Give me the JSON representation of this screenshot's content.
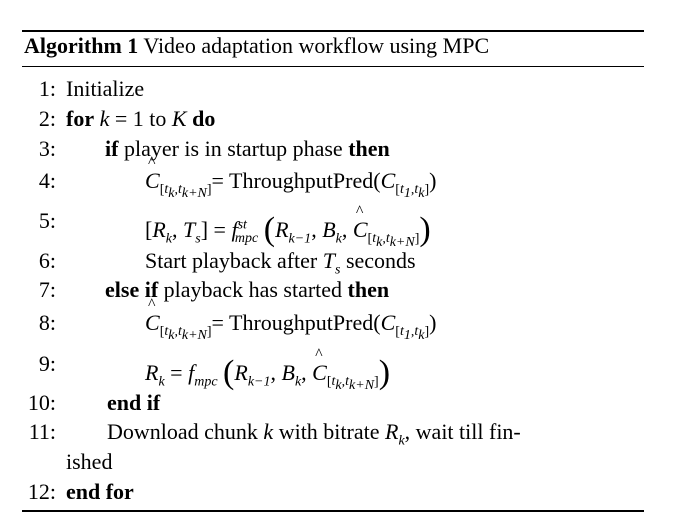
{
  "algorithm": {
    "caption_label": "Algorithm 1",
    "caption_title": "Video adaptation workflow using MPC",
    "lines": [
      {
        "num": "1:",
        "text": "Initialize"
      },
      {
        "num": "2:",
        "kw1": "for",
        "mid": " k = 1 to K ",
        "kw2": "do"
      },
      {
        "num": "3:",
        "kw1": "if",
        "mid": " player is in startup phase ",
        "kw2": "then"
      },
      {
        "num": "4:",
        "text": "= ThroughputPred("
      },
      {
        "num": "5:"
      },
      {
        "num": "6:",
        "text_a": "Start playback after ",
        "text_b": " seconds"
      },
      {
        "num": "7:",
        "kw1": "else if",
        "mid": " playback has started ",
        "kw2": "then"
      },
      {
        "num": "8:",
        "text": "= ThroughputPred("
      },
      {
        "num": "9:"
      },
      {
        "num": "10:",
        "kw1": "end if"
      },
      {
        "num": "11:",
        "text_a": "Download chunk ",
        "text_b": " with bitrate ",
        "text_c": ", wait till fin-",
        "cont": "ished"
      },
      {
        "num": "12:",
        "kw1": "end for"
      }
    ]
  }
}
